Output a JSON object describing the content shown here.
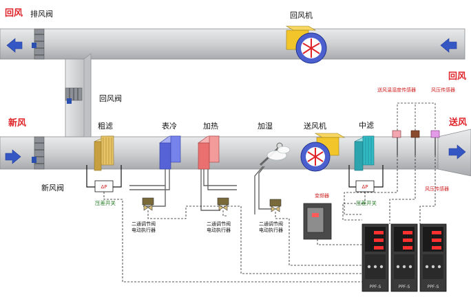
{
  "labels": {
    "return_air_left": "回风",
    "exhaust_damper": "排风阀",
    "return_fan": "回风机",
    "return_air_right": "回风",
    "return_damper": "回风阀",
    "fresh_air": "新风",
    "coarse_filter": "粗滤",
    "cooling_coil": "表冷",
    "heating_coil": "加热",
    "humidifier": "加湿",
    "supply_fan": "送风机",
    "medium_filter": "中滤",
    "supply_air": "送风",
    "fresh_damper": "新风阀",
    "temp_humidity_sensor": "送风温湿度传感器",
    "pressure_sensor_top": "风压传感器",
    "pressure_sensor_bottom": "风压传感器",
    "vfd": "变频器",
    "diff_switch_1": "压差开关",
    "diff_switch_2": "压差开关",
    "valve_1": "二通调节阀\n电动执行器",
    "valve_2": "二通调节阀\n电动执行器",
    "valve_3": "二通调节阀\n电动执行器",
    "switch_box_text": "ΔP",
    "ctrl_label": "PPF-S"
  },
  "colors": {
    "duct": "#cfd0d2",
    "arrow": "#3557c4",
    "red_label": "#e0242a",
    "fan_yellow": "#f2c52b",
    "filter_coarse": "#e6c46a",
    "filter_medium": "#31b9c4",
    "coil_cool": "#6a79e6",
    "coil_heat": "#ef8181",
    "controller": "#3a3a3a",
    "led": "#ff3030"
  }
}
